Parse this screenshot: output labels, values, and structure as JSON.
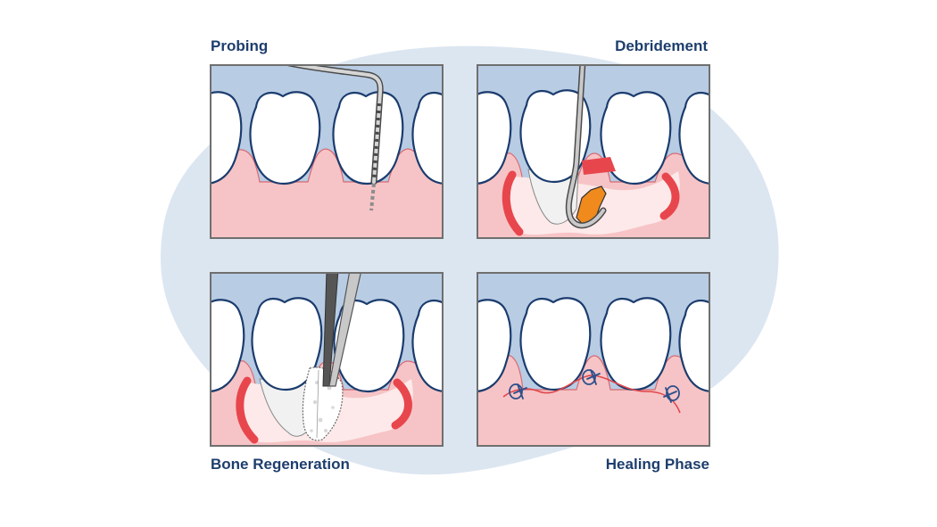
{
  "panels": {
    "probing": {
      "title": "Probing"
    },
    "debridement": {
      "title": "Debridement"
    },
    "bone_regeneration": {
      "title": "Bone Regeneration"
    },
    "healing_phase": {
      "title": "Healing Phase"
    }
  },
  "colors": {
    "title": "#1e3e6d",
    "background_blob": "#dce6f1",
    "sky": "#b8cce4",
    "gum": "#f6c4c6",
    "tooth_outline": "#1b3c6e",
    "inflamed": "#e8464d",
    "calculus": "#f08a1c",
    "suture": "#2c4f8c"
  }
}
